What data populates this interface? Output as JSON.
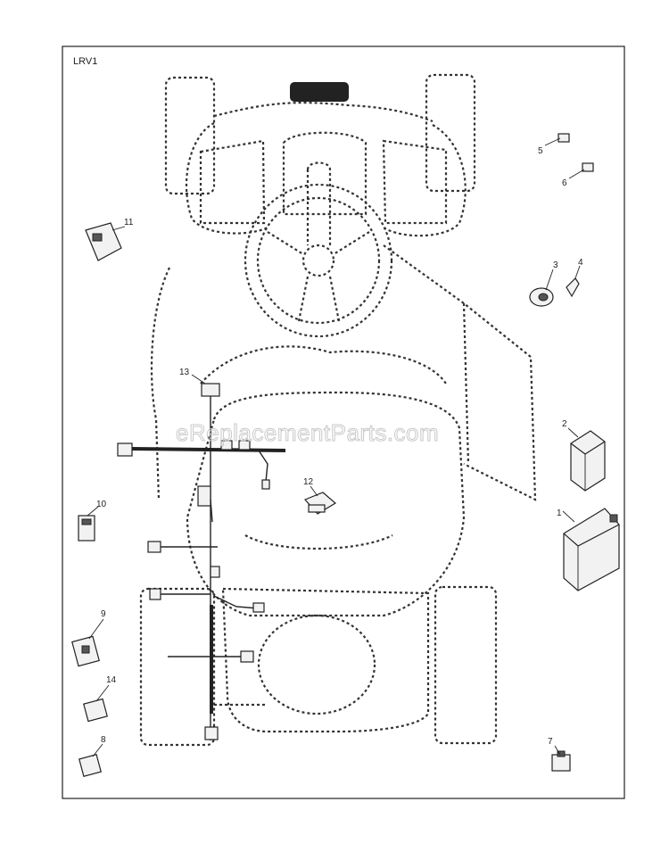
{
  "diagram": {
    "frame_label": "LRV1",
    "watermark": "eReplacementParts.com",
    "callouts": [
      {
        "id": "1",
        "label": "1"
      },
      {
        "id": "2",
        "label": "2"
      },
      {
        "id": "3",
        "label": "3"
      },
      {
        "id": "4",
        "label": "4"
      },
      {
        "id": "5",
        "label": "5"
      },
      {
        "id": "6",
        "label": "6"
      },
      {
        "id": "7",
        "label": "7"
      },
      {
        "id": "8",
        "label": "8"
      },
      {
        "id": "9",
        "label": "9"
      },
      {
        "id": "10",
        "label": "10"
      },
      {
        "id": "11",
        "label": "11"
      },
      {
        "id": "12",
        "label": "12"
      },
      {
        "id": "13",
        "label": "13"
      },
      {
        "id": "14",
        "label": "14"
      }
    ]
  }
}
